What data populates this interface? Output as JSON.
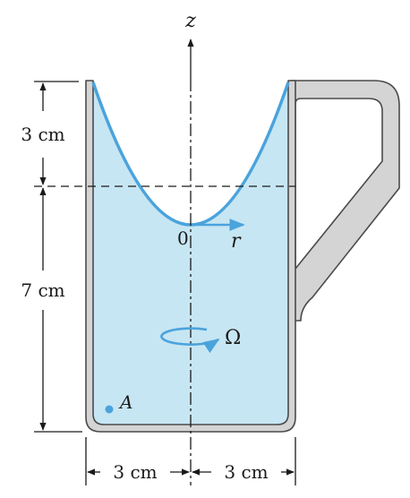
{
  "figure": {
    "labels": {
      "z_axis": "z",
      "r_axis": "r",
      "origin": "0",
      "omega": "Ω",
      "point_a": "A",
      "dim_top": "3 cm",
      "dim_bottom": "7 cm",
      "dim_left_half": "3 cm",
      "dim_right_half": "3 cm"
    },
    "colors": {
      "water": "#c7e6f3",
      "surface_curve": "#4ba3dc",
      "mug_outline": "#4a4a4a",
      "mug_fill": "#d4d4d4",
      "text": "#1a1a1a"
    }
  }
}
